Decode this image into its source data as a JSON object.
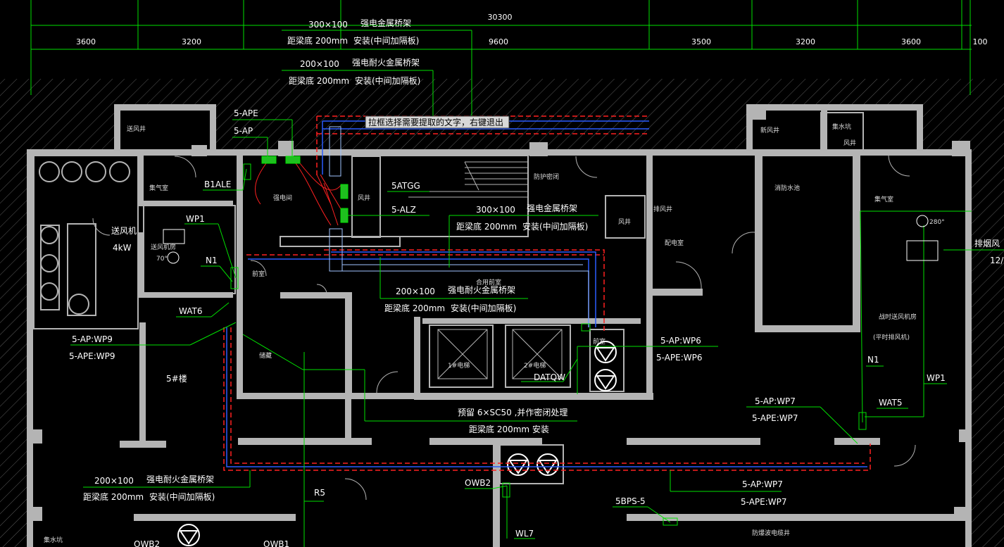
{
  "tooltip": "拉框选择需要提取的文字，右键退出",
  "dimensions": {
    "total": "30300",
    "spans": [
      "3600",
      "3200",
      "9600",
      "3500",
      "3200",
      "3600",
      "100"
    ]
  },
  "cable_trays": [
    {
      "spec": "300×100",
      "type": "强电金属桥架",
      "height": "距梁底 200mm",
      "install": "安装(中间加隔板)"
    },
    {
      "spec": "200×100",
      "type": "强电耐火金属桥架",
      "height": "距梁底 200mm",
      "install": "安装(中间加隔板)"
    },
    {
      "spec": "300×100",
      "type": "强电金属桥架",
      "height": "距梁底 200mm",
      "install": "安装(中间加隔板)"
    },
    {
      "spec": "200×100",
      "type": "强电耐火金属桥架",
      "height": "距梁底 200mm",
      "install": "安装(中间加隔板)"
    },
    {
      "spec": "200×100",
      "type": "强电耐火金属桥架",
      "height": "距梁底 200mm",
      "install": "安装(中间加隔板)"
    }
  ],
  "labels": {
    "ape": "5-APE",
    "ap": "5-AP",
    "b1ale": "B1ALE",
    "atgg": "5ATGG",
    "alz": "5-ALZ",
    "wp1_left": "WP1",
    "fan_name": "送风机",
    "fan_power": "4kW",
    "n1_left": "N1",
    "wat6": "WAT6",
    "ap_wp9": "5-AP:WP9",
    "ape_wp9": "5-APE:WP9",
    "building": "5#楼",
    "ap_wp6": "5-AP:WP6",
    "ape_wp6": "5-APE:WP6",
    "datqw": "DATQW",
    "prealloc": "预留 6×SC50  ,并作密闭处理",
    "prealloc_h": "距梁底 200mm      安装",
    "ap_wp7a": "5-AP:WP7",
    "ape_wp7a": "5-APE:WP7",
    "wat5": "WAT5",
    "n1_right": "N1",
    "wp1_right": "WP1",
    "temp_280": "280°",
    "temp_70": "70°",
    "exhaust": "排烟风",
    "exhaust2": "12/",
    "r5": "R5",
    "owb2": "OWB2",
    "owb1": "OWB1",
    "owb2b": "OWB2",
    "wl7": "WL7",
    "bps5": "5BPS-5",
    "ap_wp7b": "5-AP:WP7",
    "ape_wp7b": "5-APE:WP7"
  },
  "room_labels": {
    "r1": "送风井",
    "r2": "集气室",
    "r3": "送风机房",
    "r4": "强电间",
    "r5": "风井",
    "r6": "前室",
    "r7": "合用前室",
    "r8": "储藏",
    "r9": "1#电梯",
    "r10": "2#电梯",
    "r11": "前室",
    "r12": "风井",
    "r13": "排风井",
    "r14": "配电室",
    "r15": "集水坑",
    "r16": "新风井",
    "r17": "消防水池",
    "r18": "集气室",
    "r19": "战时送风机房",
    "r20": "(平时排风机)",
    "r21": "集水坑",
    "r22": "防爆波电缆井",
    "r23": "风井",
    "r24": "防护密闭"
  },
  "colors": {
    "background": "#000000",
    "wall": "#b4b4b4",
    "grid": "#00ff00",
    "dim_line": "#00cc00",
    "tray_red": "#ff2020",
    "tray_blue": "#2a5cff",
    "leader": "#00ff00",
    "text": "#ffffff"
  }
}
